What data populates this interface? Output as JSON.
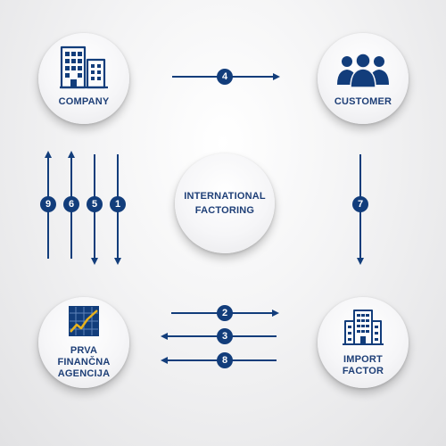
{
  "nodes": {
    "company": {
      "label": "COMPANY",
      "icon": "office-buildings-icon"
    },
    "customer": {
      "label": "CUSTOMER",
      "icon": "people-group-icon"
    },
    "center": {
      "line1": "INTERNATIONAL",
      "line2": "FACTORING"
    },
    "agency": {
      "line1": "PRVA",
      "line2": "FINANČNA",
      "line3": "AGENCIJA",
      "icon": "rising-chart-icon"
    },
    "factor": {
      "line1": "IMPORT",
      "line2": "FACTOR",
      "icon": "tall-building-icon"
    }
  },
  "steps": {
    "s1": "1",
    "s2": "2",
    "s3": "3",
    "s4": "4",
    "s5": "5",
    "s6": "6",
    "s7": "7",
    "s8": "8",
    "s9": "9"
  },
  "colors": {
    "primary": "#123d7b",
    "label": "#1e3f77",
    "chart_line": "#e8b21c"
  }
}
